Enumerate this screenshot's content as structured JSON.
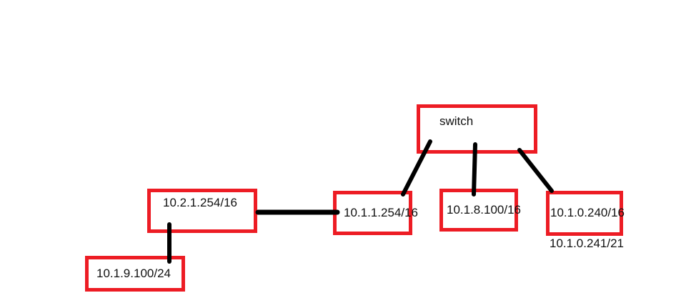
{
  "colors": {
    "node_border": "#ed1c24",
    "connector": "#000000",
    "text": "#111111",
    "background": "#ffffff"
  },
  "nodes": [
    {
      "id": "switch",
      "label": "switch"
    },
    {
      "id": "10.2.1.254/16",
      "label": "10.2.1.254/16"
    },
    {
      "id": "10.1.1.254/16",
      "label": "10.1.1.254/16"
    },
    {
      "id": "10.1.8.100/16",
      "label": "10.1.8.100/16"
    },
    {
      "id": "10.1.0.240/16",
      "label": "10.1.0.240/16"
    },
    {
      "id": "10.1.9.100/24",
      "label": "10.1.9.100/24"
    }
  ],
  "annotations": [
    {
      "label": "10.1.0.241/21"
    }
  ],
  "edges": [
    {
      "from": "switch",
      "to": "10.1.1.254/16"
    },
    {
      "from": "switch",
      "to": "10.1.8.100/16"
    },
    {
      "from": "switch",
      "to": "10.1.0.240/16"
    },
    {
      "from": "10.2.1.254/16",
      "to": "10.1.1.254/16"
    },
    {
      "from": "10.2.1.254/16",
      "to": "10.1.9.100/24"
    }
  ]
}
